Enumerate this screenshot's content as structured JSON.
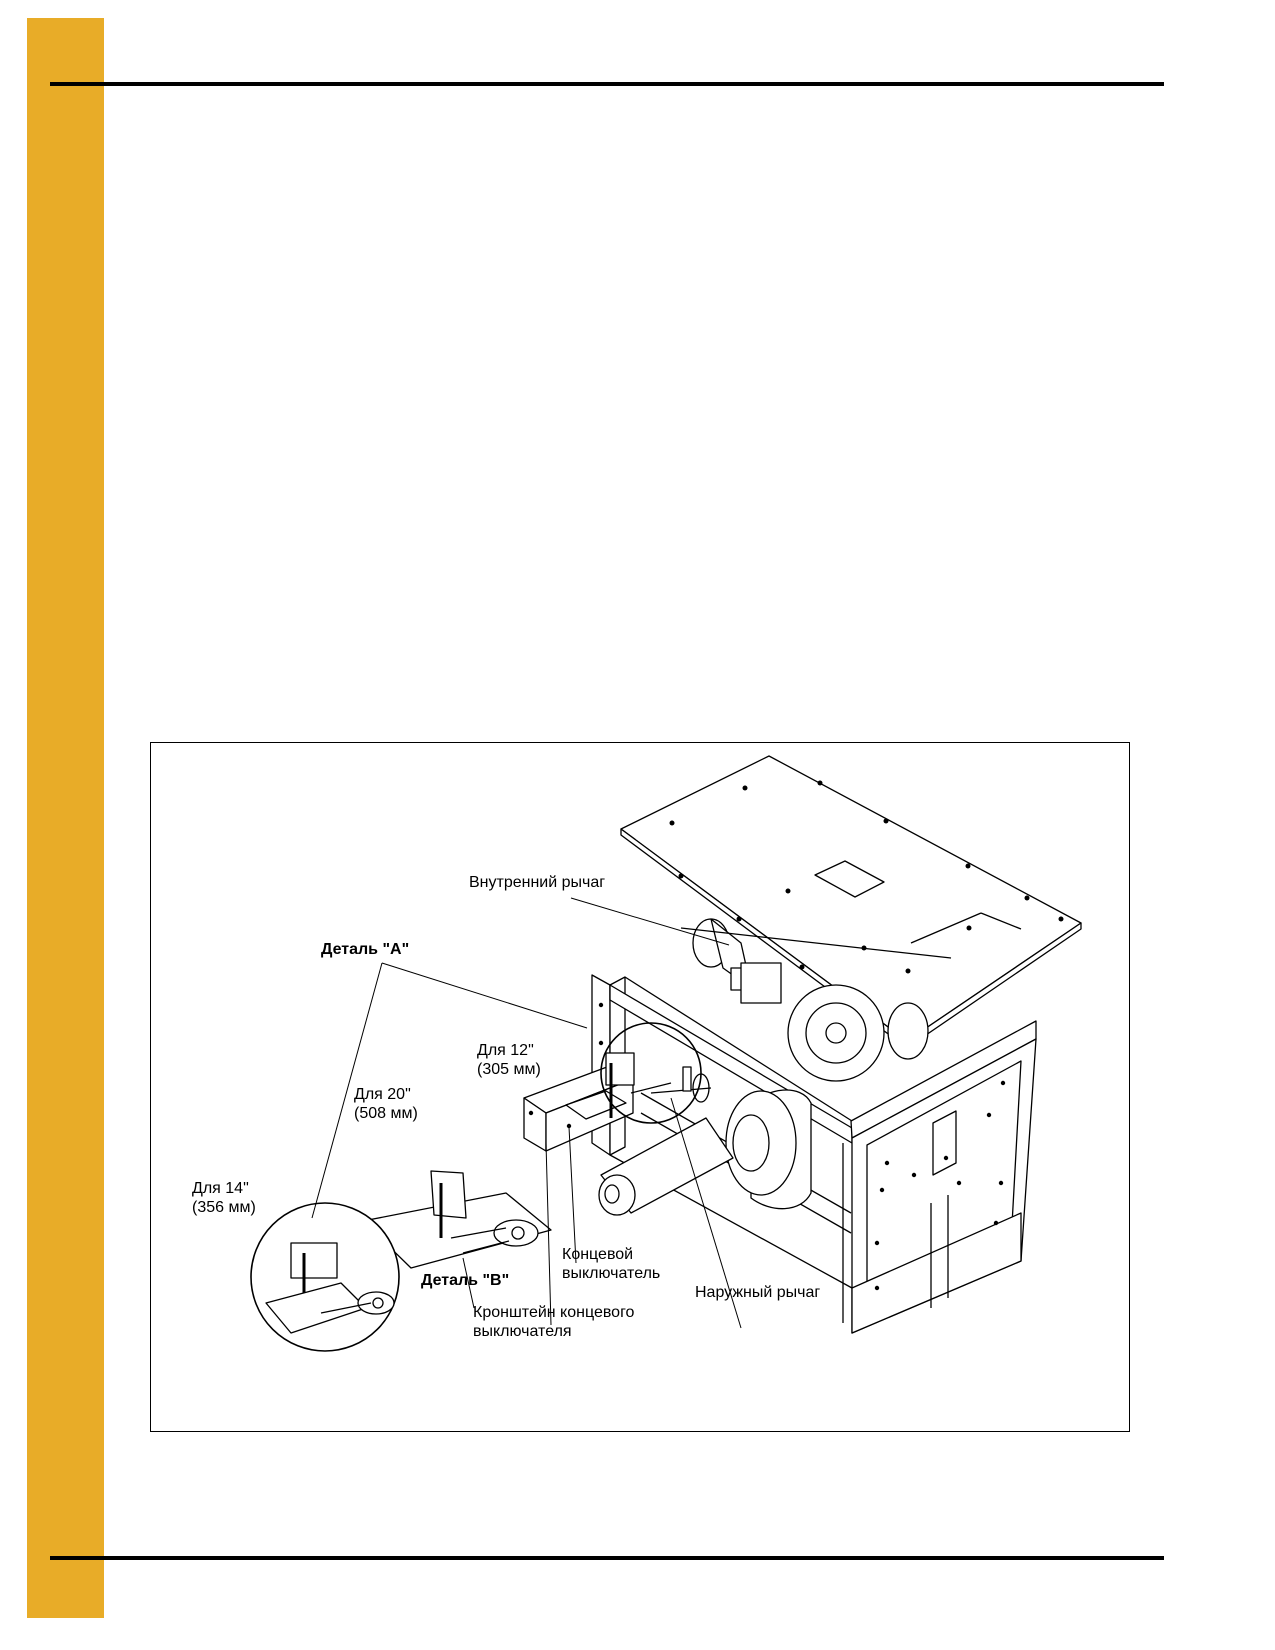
{
  "figure": {
    "labels": {
      "inner_lever": "Внутренний рычаг",
      "detail_a": "Деталь \"A\"",
      "for_12": "Для 12\"",
      "for_12_mm": "(305 мм)",
      "for_20": "Для 20\"",
      "for_20_mm": "(508 мм)",
      "for_14": "Для 14\"",
      "for_14_mm": "(356 мм)",
      "detail_b": "Деталь \"B\"",
      "limit_switch_1": "Концевой",
      "limit_switch_2": "выключатель",
      "outer_lever": "Наружный рычаг",
      "bracket_1": "Кронштейн концевого",
      "bracket_2": "выключателя"
    }
  }
}
